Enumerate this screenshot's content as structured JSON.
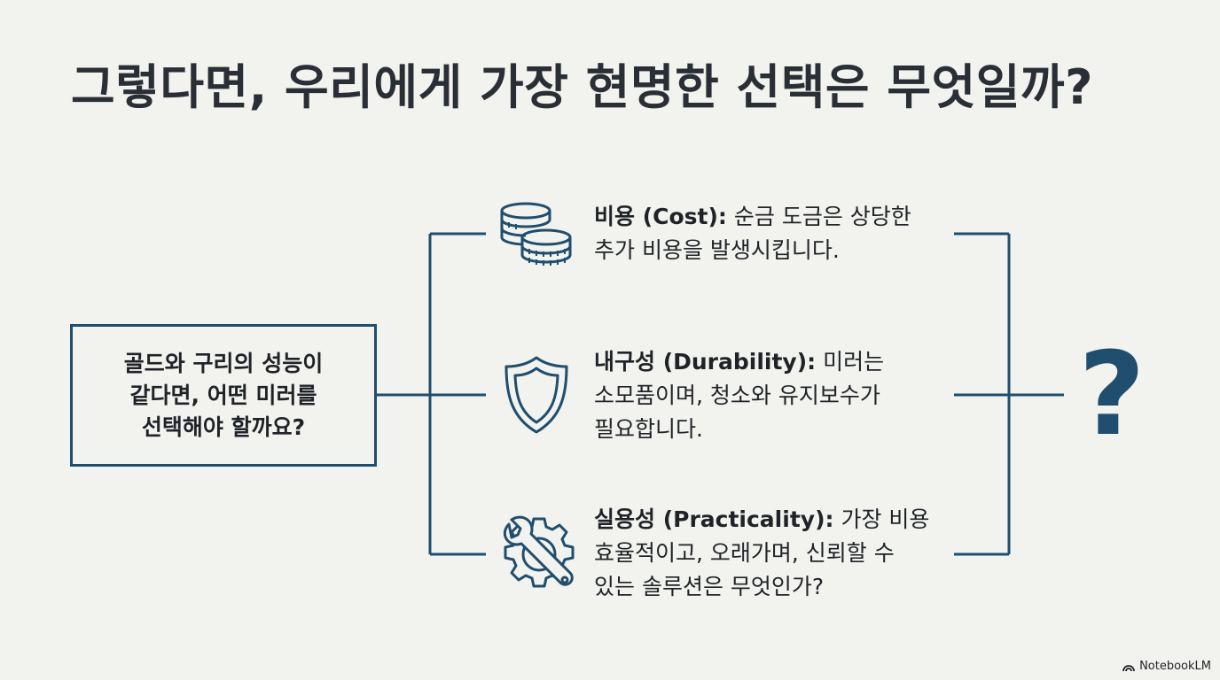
{
  "title": "그렇다면, 우리에게 가장 현명한 선택은 무엇일까?",
  "question": {
    "lines": [
      "골드와 구리의 성능이",
      "같다면, 어떤 미러를",
      "선택해야 할까요?"
    ]
  },
  "items": [
    {
      "icon": "coins-icon",
      "heading": "비용 (Cost):",
      "lines": [
        " 순금 도금은 상당한",
        "추가 비용을 발생시킵니다."
      ]
    },
    {
      "icon": "shield-icon",
      "heading": "내구성 (Durability):",
      "lines": [
        " 미러는",
        "소모품이며, 청소와 유지보수가",
        "필요합니다."
      ]
    },
    {
      "icon": "wrench-gear-icon",
      "heading": "실용성 (Practicality):",
      "lines": [
        " 가장 비용",
        "효율적이고, 오래가며, 신뢰할 수",
        "있는 솔루션은 무엇인가?"
      ]
    }
  ],
  "result_symbol": "?",
  "footer": {
    "brand": "NotebookLM"
  },
  "colors": {
    "accent": "#1f4e6e",
    "background": "#f2f2ee",
    "text": "#1f2328"
  }
}
